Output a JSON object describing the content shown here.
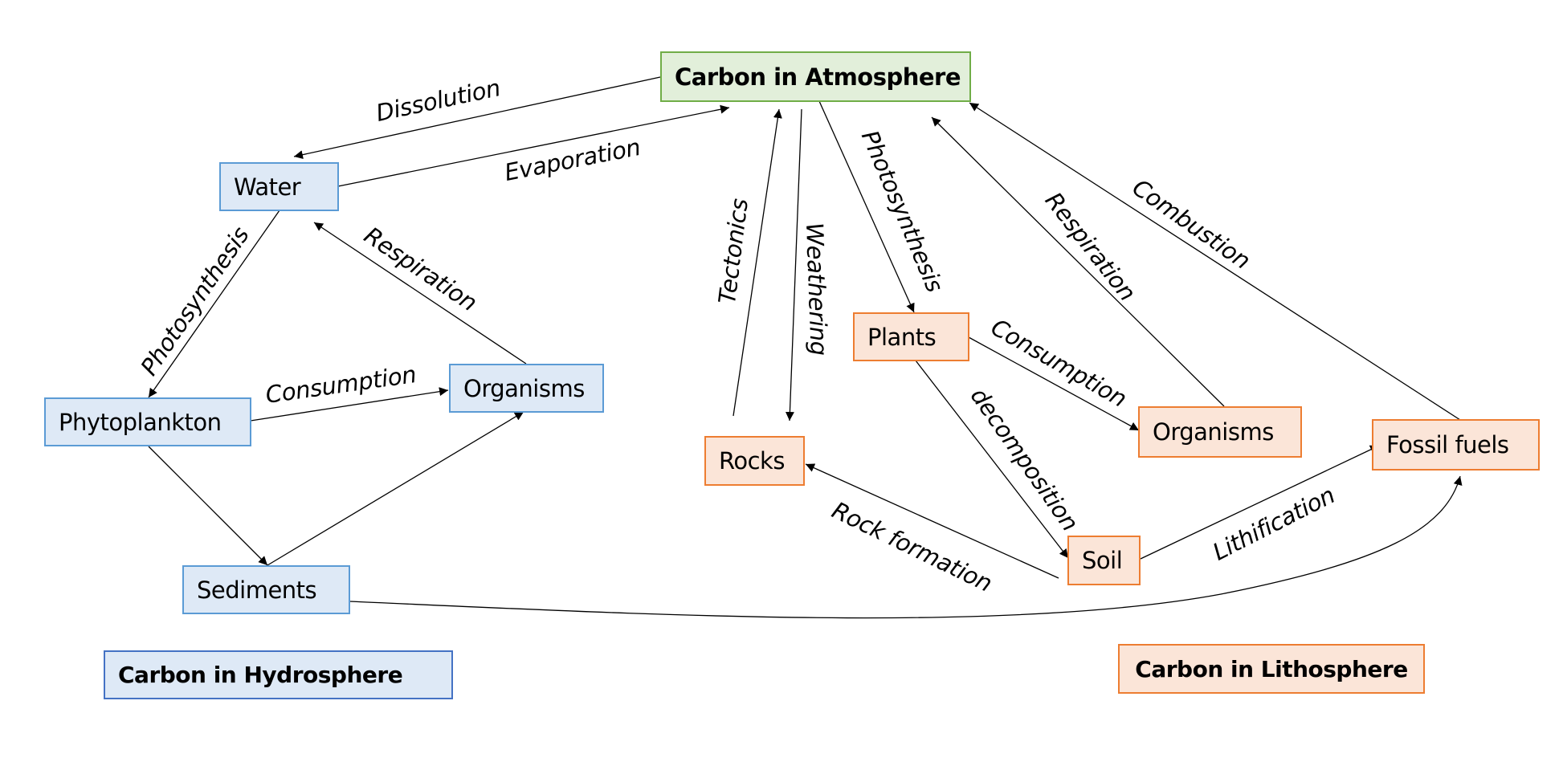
{
  "diagram": {
    "title": "Carbon Cycle",
    "colors": {
      "hydrosphere_fill": "#dee9f6",
      "hydrosphere_border": "#5b9bd5",
      "lithosphere_fill": "#fbe5d8",
      "lithosphere_border": "#ed7d31",
      "atmosphere_fill": "#e2efda",
      "atmosphere_border": "#70ad47"
    },
    "nodes": {
      "atmosphere": "Carbon in Atmosphere",
      "water": "Water",
      "phytoplankton": "Phytoplankton",
      "hydro_organisms": "Organisms",
      "sediments": "Sediments",
      "rocks": "Rocks",
      "plants": "Plants",
      "litho_organisms": "Organisms",
      "soil": "Soil",
      "fossil_fuels": "Fossil fuels"
    },
    "legend": {
      "hydrosphere": "Carbon in Hydrosphere",
      "lithosphere": "Carbon in Lithosphere"
    },
    "edges": [
      {
        "id": "dissolution",
        "from": "atmosphere",
        "to": "water",
        "label": "Dissolution"
      },
      {
        "id": "evaporation",
        "from": "water",
        "to": "atmosphere",
        "label": "Evaporation"
      },
      {
        "id": "hydro-photosynthesis",
        "from": "water",
        "to": "phytoplankton",
        "label": "Photosynthesis"
      },
      {
        "id": "hydro-respiration",
        "from": "hydro_organisms",
        "to": "water",
        "label": "Respiration"
      },
      {
        "id": "hydro-consumption",
        "from": "phytoplankton",
        "to": "hydro_organisms",
        "label": "Consumption"
      },
      {
        "id": "phyto-sediments",
        "from": "phytoplankton",
        "to": "sediments",
        "label": ""
      },
      {
        "id": "sediments-organisms",
        "from": "sediments",
        "to": "hydro_organisms",
        "label": ""
      },
      {
        "id": "sediments-fossil",
        "from": "sediments",
        "to": "fossil_fuels",
        "label": ""
      },
      {
        "id": "tectonics",
        "from": "rocks",
        "to": "atmosphere",
        "label": "Tectonics"
      },
      {
        "id": "weathering",
        "from": "atmosphere",
        "to": "rocks",
        "label": "Weathering"
      },
      {
        "id": "litho-photosynthesis",
        "from": "atmosphere",
        "to": "plants",
        "label": "Photosynthesis"
      },
      {
        "id": "litho-respiration",
        "from": "litho_organisms",
        "to": "atmosphere",
        "label": "Respiration"
      },
      {
        "id": "combustion",
        "from": "fossil_fuels",
        "to": "atmosphere",
        "label": "Combustion"
      },
      {
        "id": "litho-consumption",
        "from": "plants",
        "to": "litho_organisms",
        "label": "Consumption"
      },
      {
        "id": "decomposition",
        "from": "plants",
        "to": "soil",
        "label": "decomposition"
      },
      {
        "id": "rock-formation",
        "from": "soil",
        "to": "rocks",
        "label": "Rock formation"
      },
      {
        "id": "lithification",
        "from": "soil",
        "to": "fossil_fuels",
        "label": "Lithification"
      }
    ]
  }
}
